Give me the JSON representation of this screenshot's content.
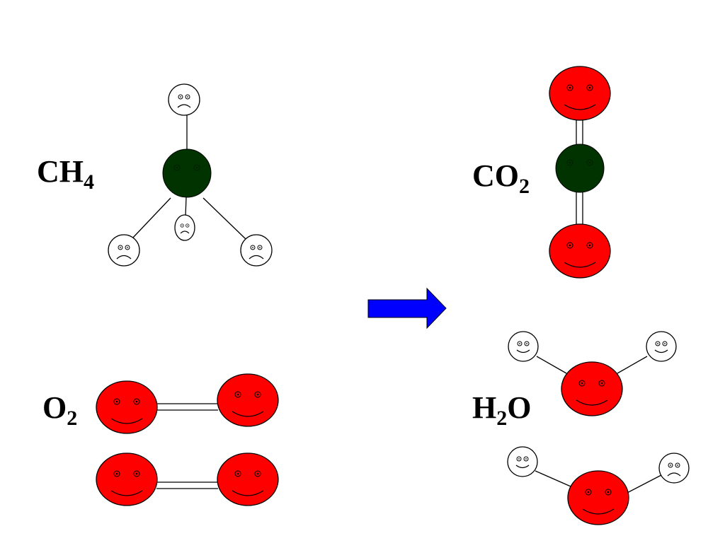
{
  "slide": {
    "background": "#ffffff",
    "arrow": {
      "direction": "right",
      "color": "#0000ff"
    }
  },
  "colors": {
    "oxygen": "#ff0000",
    "carbon": "#003300",
    "hydrogen": "#ffffff",
    "outline": "#000000"
  },
  "reactants": {
    "methane": {
      "formula_main": "CH",
      "formula_sub": "4",
      "faces": [
        "frown",
        "frown",
        "frown",
        "frown"
      ]
    },
    "oxygen": {
      "formula_main": "O",
      "formula_sub": "2",
      "molecule_count": 2,
      "bond": "double",
      "faces": [
        "smile"
      ]
    }
  },
  "products": {
    "carbon_dioxide": {
      "formula_main": "CO",
      "formula_sub": "2",
      "bond": "double",
      "faces": [
        "smile"
      ]
    },
    "water": {
      "formula_pre": "H",
      "formula_sub": "2",
      "formula_post": "O",
      "molecule_count": 2,
      "hydrogen_faces": [
        "smile",
        "smile",
        "smile",
        "frown"
      ]
    }
  }
}
